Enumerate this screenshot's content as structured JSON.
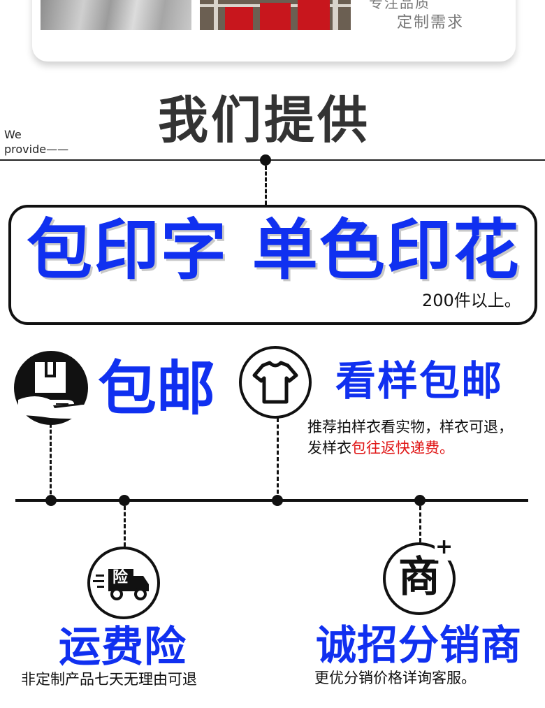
{
  "top_card": {
    "cut_text": "专注品质",
    "text": "定制需求"
  },
  "header": {
    "title": "我们提供",
    "we": "We",
    "provide": "provide——"
  },
  "banner": {
    "headline": "包印字  单色印花",
    "sub": "200件以上。"
  },
  "features": {
    "free_shipping": {
      "label": "包邮"
    },
    "sample": {
      "title": "看样包邮",
      "line1": "推荐拍样衣看实物，样衣可退，",
      "line2_prefix": "发样衣",
      "line2_red": "包往返快递费。"
    },
    "insurance": {
      "icon_char": "险",
      "title": "运费险",
      "desc": "非定制产品七天无理由可退"
    },
    "distributor": {
      "icon_char": "商",
      "plus": "+",
      "title": "诚招分销商",
      "desc": "更优分销价格详询客服。"
    }
  },
  "colors": {
    "accent_blue": "#1030f0",
    "accent_red": "#e01515",
    "ink": "#111111"
  }
}
